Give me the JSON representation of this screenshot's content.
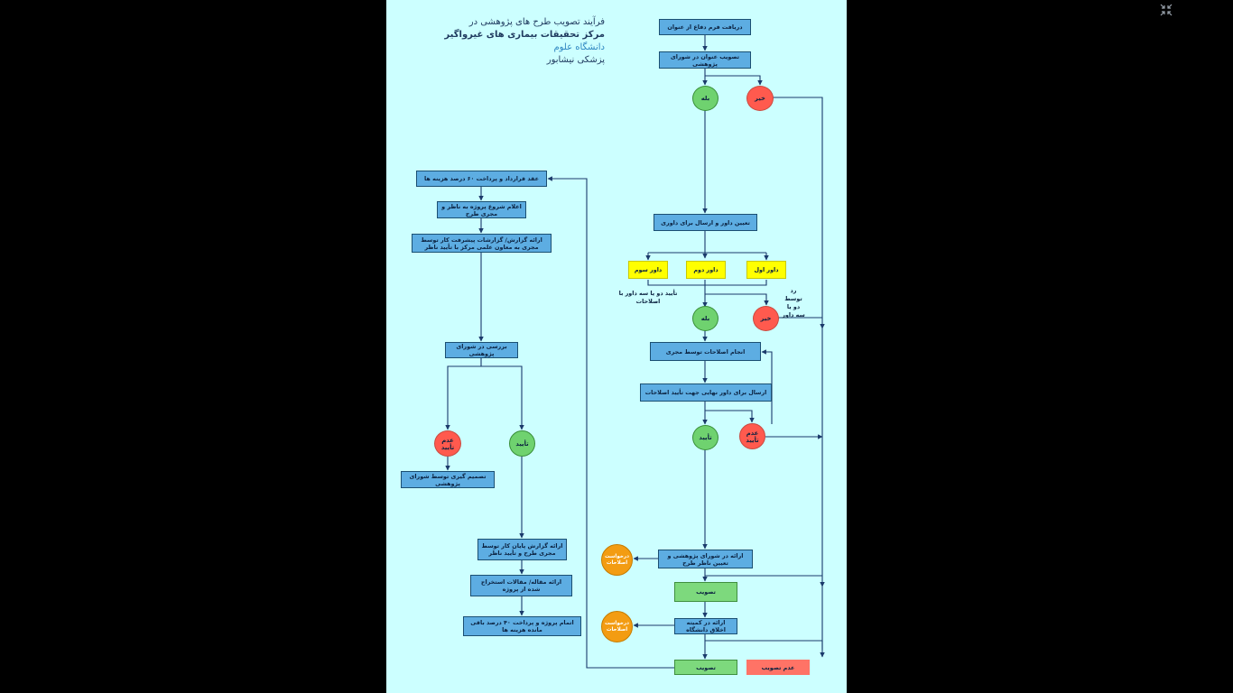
{
  "title": {
    "line1": "فرآیند تصویب طرح های پژوهشی در",
    "line2_bold": "مرکز تحقیقات بیماری های غیرواگیر",
    "line2_rest": "دانشگاه علوم",
    "line3": "پزشکی نیشابور"
  },
  "right_flow": {
    "receive_form": "دریافت فرم دفاع از عنوان",
    "approve_title": "تصویب عنوان در شورای پژوهشی",
    "yes1": "بله",
    "no1": "خیر",
    "assign_reviewer": "تعیین داور و ارسال برای داوری",
    "reviewer1": "داور اول",
    "reviewer2": "داور دوم",
    "reviewer3": "داور سوم",
    "approve_two_of_three": "تأیید دو یا سه داور با اصلاحات",
    "reject_two_of_three": "رد توسط دو یا سه داور",
    "yes2": "بله",
    "no2": "خیر",
    "corrections": "انجام اصلاحات توسط مجری",
    "send_final_reviewer": "ارسال برای داور نهایی جهت تأیید اصلاحات",
    "approve": "تأیید",
    "not_approve": "عدم تأیید",
    "present_council": "ارائه در شورای پژوهشی و تعیین ناظر طرح",
    "request_corrections_1": "درخواست اصلاحات",
    "ratify1": "تصویب",
    "ethics": "ارائه در کمیته اخلاق دانشگاه",
    "request_corrections_2": "درخواست اصلاحات",
    "ratify2": "تصویب",
    "not_ratified": "عدم تصویب"
  },
  "left_flow": {
    "contract": "عقد قرارداد و پرداخت ۶۰ درصد هزینه ها",
    "announce_start": "اعلام شروع پروژه به ناظر و مجری طرح",
    "progress_reports": "ارائه گزارش/ گزارشات پیشرفت کار توسط مجری به معاون علمی مرکز با تأیید ناظر",
    "council_review": "بررسی در شورای پژوهشی",
    "not_approve": "عدم تأیید",
    "approve": "تأیید",
    "council_decision": "تصمیم گیری توسط شورای پژوهشی",
    "final_report": "ارائه گزارش پایان کار توسط مجری طرح و تأیید ناظر",
    "articles": "ارائه مقاله/ مقالات استخراج شده از پروژه",
    "complete": "اتمام پروژه و پرداخت ۴۰ درصد باقی مانده هزینه ها"
  },
  "colors": {
    "box": "#5dade2",
    "green": "#7dd97d",
    "red": "#ff7366",
    "yellow": "#ffff00",
    "orange": "#f39c12",
    "connector": "#1b3a6b",
    "page_background": "#ccffff"
  },
  "icons": {
    "viewer": "exit-fullscreen-icon"
  }
}
